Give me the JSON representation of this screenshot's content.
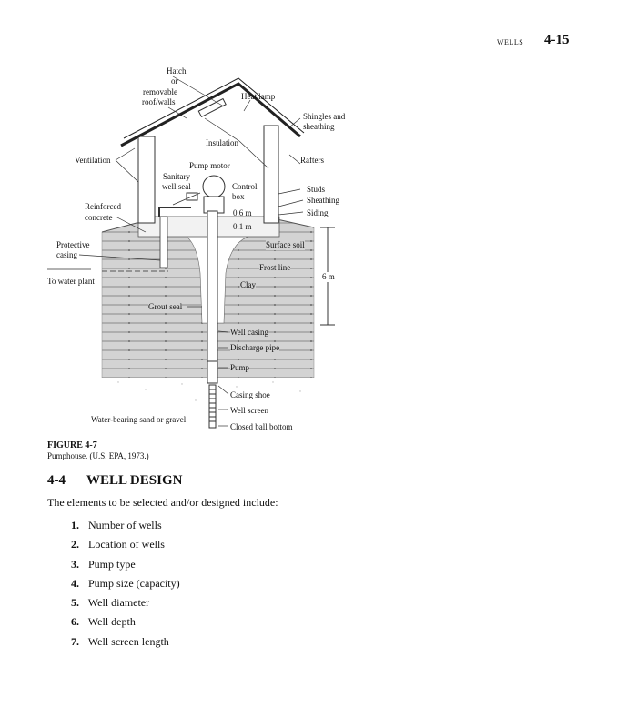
{
  "header": {
    "section": "WELLS",
    "page": "4-15"
  },
  "figure": {
    "labels": {
      "hatch": [
        "Hatch",
        "or",
        "removable",
        "roof/walls"
      ],
      "heat_lamp": "Heat lamp",
      "shingles": [
        "Shingles and",
        "sheathing"
      ],
      "insulation": "Insulation",
      "rafters": "Rafters",
      "ventilation": "Ventilation",
      "pump_motor": "Pump motor",
      "sanitary_seal": [
        "Sanitary",
        "well seal"
      ],
      "control_box": [
        "Control",
        "box"
      ],
      "studs": "Studs",
      "sheathing": "Sheathing",
      "siding": "Siding",
      "reinforced_concrete": [
        "Reinforced",
        "concrete"
      ],
      "dim_06": "0.6 m",
      "dim_01": "0.1 m",
      "protective_casing": [
        "Protective",
        "casing"
      ],
      "surface_soil": "Surface soil",
      "frost_line": "Frost line",
      "dim_6m": "6 m",
      "to_water_plant": "To water plant",
      "clay": "Clay",
      "grout_seal": "Grout seal",
      "well_casing": "Well casing",
      "discharge_pipe": "Discharge pipe",
      "pump": "Pump",
      "casing_shoe": "Casing shoe",
      "well_screen": "Well screen",
      "sand_gravel": "Water-bearing sand or gravel",
      "closed_ball_bottom": "Closed ball bottom"
    },
    "caption_title": "FIGURE 4-7",
    "caption_text": "Pumphouse. (U.S. EPA, 1973.)"
  },
  "section": {
    "number": "4-4",
    "title": "WELL DESIGN"
  },
  "intro": "The elements to be selected and/or designed include:",
  "items": [
    {
      "num": "1.",
      "text": "Number of wells"
    },
    {
      "num": "2.",
      "text": "Location of wells"
    },
    {
      "num": "3.",
      "text": "Pump type"
    },
    {
      "num": "4.",
      "text": "Pump size (capacity)"
    },
    {
      "num": "5.",
      "text": "Well diameter"
    },
    {
      "num": "6.",
      "text": "Well depth"
    },
    {
      "num": "7.",
      "text": "Well screen length"
    }
  ]
}
